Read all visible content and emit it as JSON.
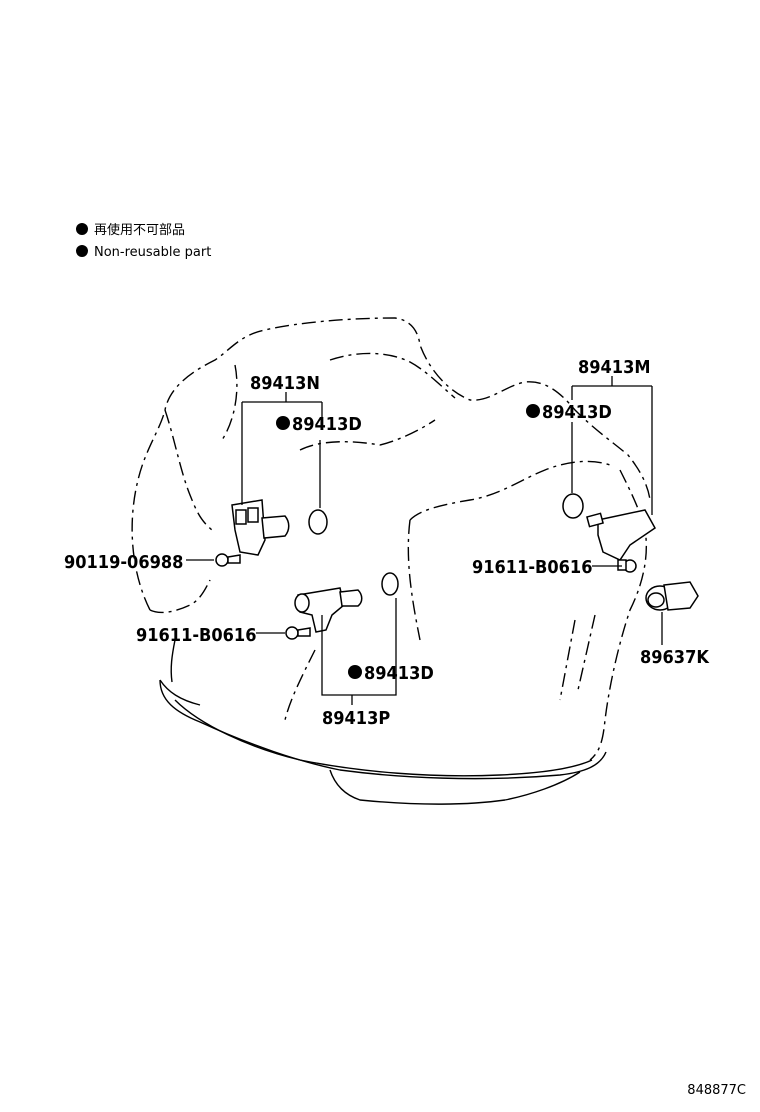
{
  "legend": {
    "items": [
      {
        "symbol": "●",
        "label": "再使用不可部品"
      },
      {
        "symbol": "●",
        "label": "Non-reusable part"
      }
    ]
  },
  "parts": {
    "p89413N": "89413N",
    "p89413D_left": "89413D",
    "p90119": "90119-06988",
    "p91611_left": "91611-B0616",
    "p89413D_mid": "89413D",
    "p89413P": "89413P",
    "p89413M": "89413M",
    "p89413D_right": "89413D",
    "p91611_right": "91611-B0616",
    "p89637K": "89637K"
  },
  "illustration_code": "848877C"
}
